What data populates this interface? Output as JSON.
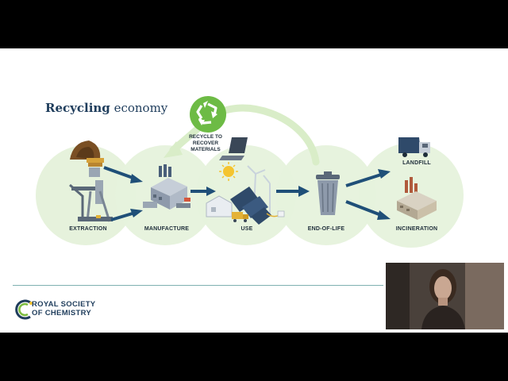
{
  "title": {
    "bold": "Recycling",
    "rest": " economy"
  },
  "recycle_label": "RECYCLE TO RECOVER MATERIALS",
  "stages": {
    "extraction": "EXTRACTION",
    "manufacture": "MANUFACTURE",
    "use": "USE",
    "end_of_life": "END-OF-LIFE",
    "landfill": "LANDFILL",
    "incineration": "INCINERATION"
  },
  "logo": {
    "line1": "ROYAL SOCIETY",
    "line2": "OF CHEMISTRY"
  },
  "colors": {
    "circle_fill": "#e6f2dc",
    "arrow": "#1f4f78",
    "recycle_arc": "#d9edc8",
    "recycle_badge": "#6dbb45",
    "title": "#1f3d5c"
  },
  "icons": [
    "mining-icon",
    "oil-pump-icon",
    "factory-icon",
    "sun-icon",
    "laptop-icon",
    "solar-panel-icon",
    "wind-turbine-icon",
    "truck-icon",
    "trash-can-icon",
    "garbage-truck-icon",
    "incinerator-icon",
    "recycle-icon"
  ]
}
